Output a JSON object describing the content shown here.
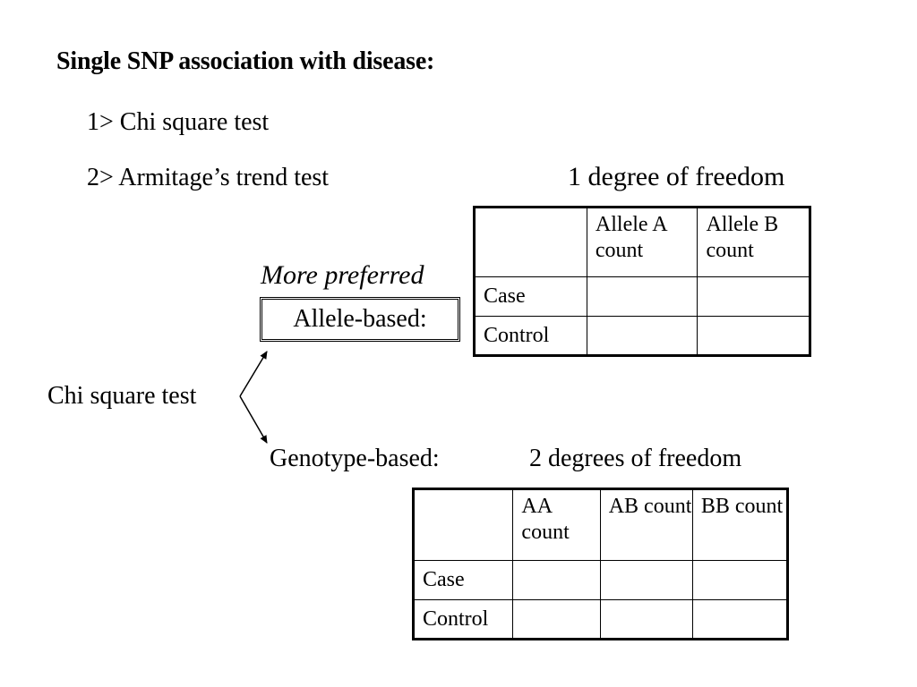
{
  "title": "Single SNP association with disease:",
  "tests": [
    {
      "label": "1> Chi square test"
    },
    {
      "label": "2> Armitage’s trend test"
    }
  ],
  "allele_based": {
    "dof": "1 degree of freedom",
    "preferred_note": "More preferred",
    "label": "Allele-based:",
    "table": {
      "headers": [
        "",
        "Allele A count",
        "Allele B count"
      ],
      "rows": [
        [
          "Case",
          "",
          ""
        ],
        [
          "Control",
          "",
          ""
        ]
      ]
    }
  },
  "chi_label": "Chi square test",
  "genotype_based": {
    "label": "Genotype-based:",
    "dof": "2 degrees of freedom",
    "table": {
      "headers": [
        "",
        "AA count",
        "AB count",
        "BB count"
      ],
      "rows": [
        [
          "Case",
          "",
          "",
          ""
        ],
        [
          "Control",
          "",
          "",
          ""
        ]
      ]
    }
  }
}
